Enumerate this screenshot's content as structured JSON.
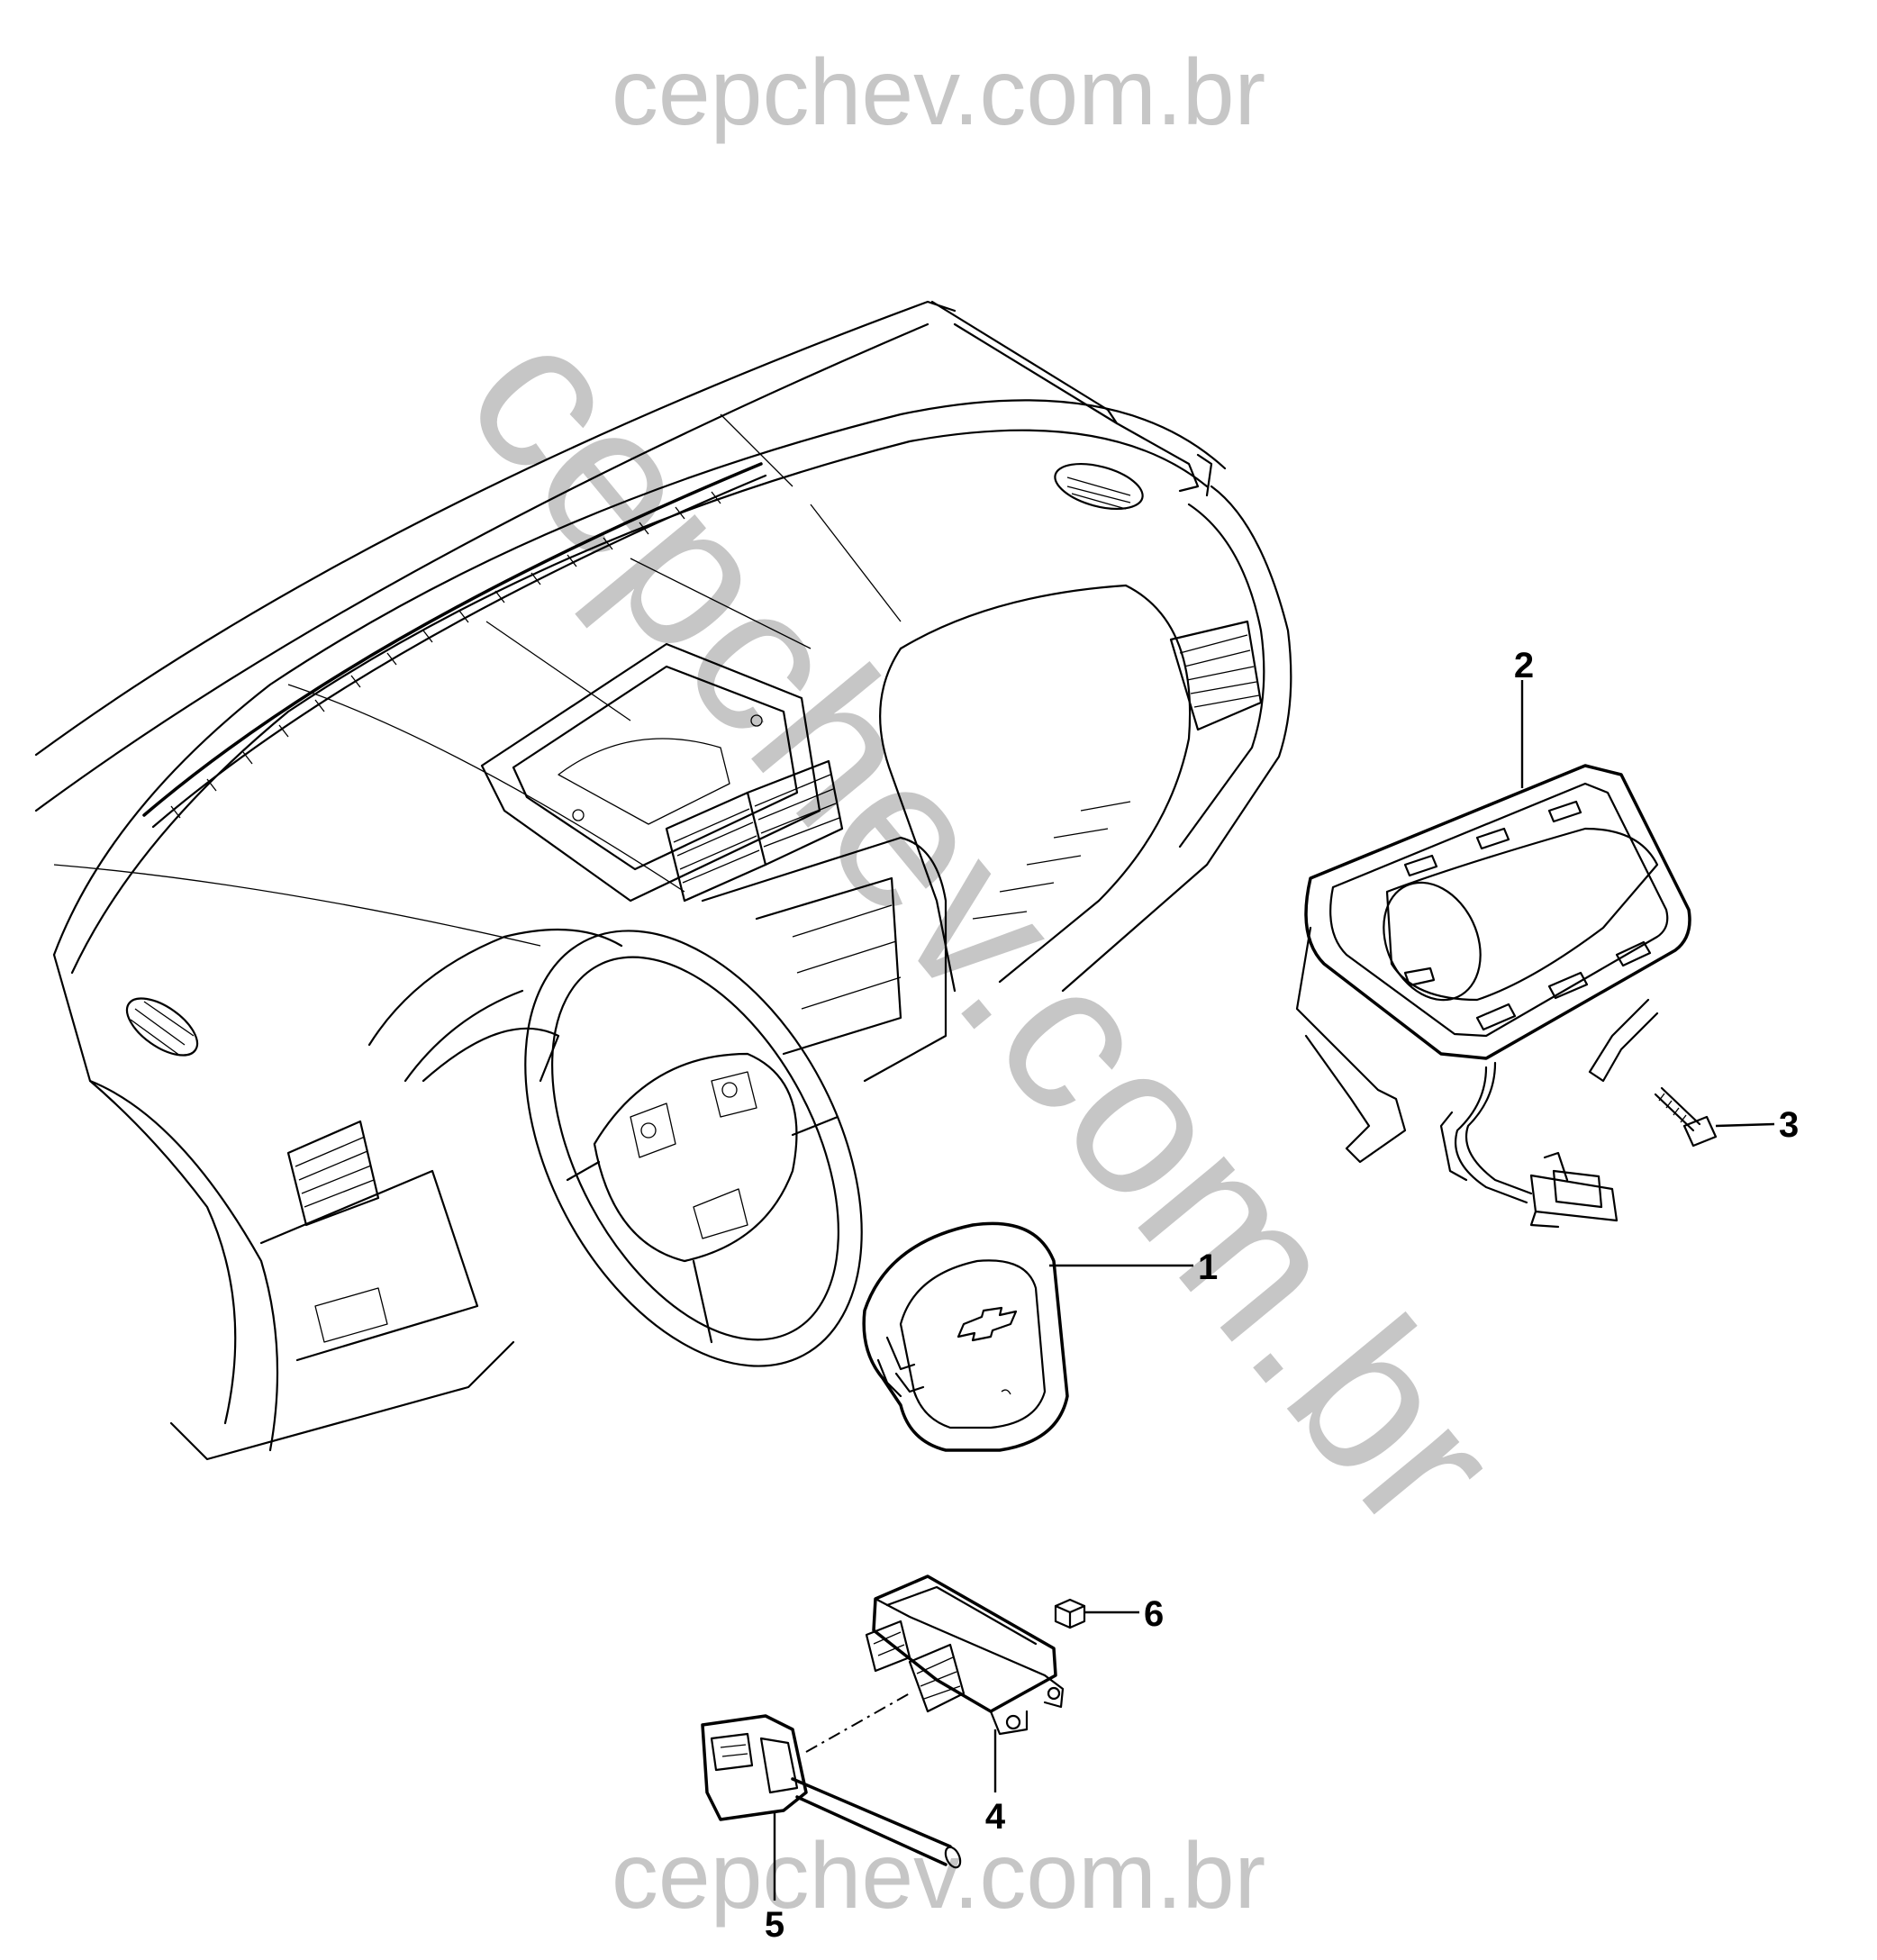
{
  "watermark": {
    "top": "cepchev.com.br",
    "diagonal": "cepchev.com.br",
    "bottom": "cepchev.com.br",
    "color": "#c6c6c6"
  },
  "callouts": [
    {
      "id": "1",
      "label": "1",
      "part": "steering-wheel-airbag"
    },
    {
      "id": "2",
      "label": "2",
      "part": "passenger-airbag-module"
    },
    {
      "id": "3",
      "label": "3",
      "part": "airbag-bolt"
    },
    {
      "id": "4",
      "label": "4",
      "part": "airbag-control-module"
    },
    {
      "id": "5",
      "label": "5",
      "part": "wiring-connector"
    },
    {
      "id": "6",
      "label": "6",
      "part": "module-nut"
    }
  ]
}
